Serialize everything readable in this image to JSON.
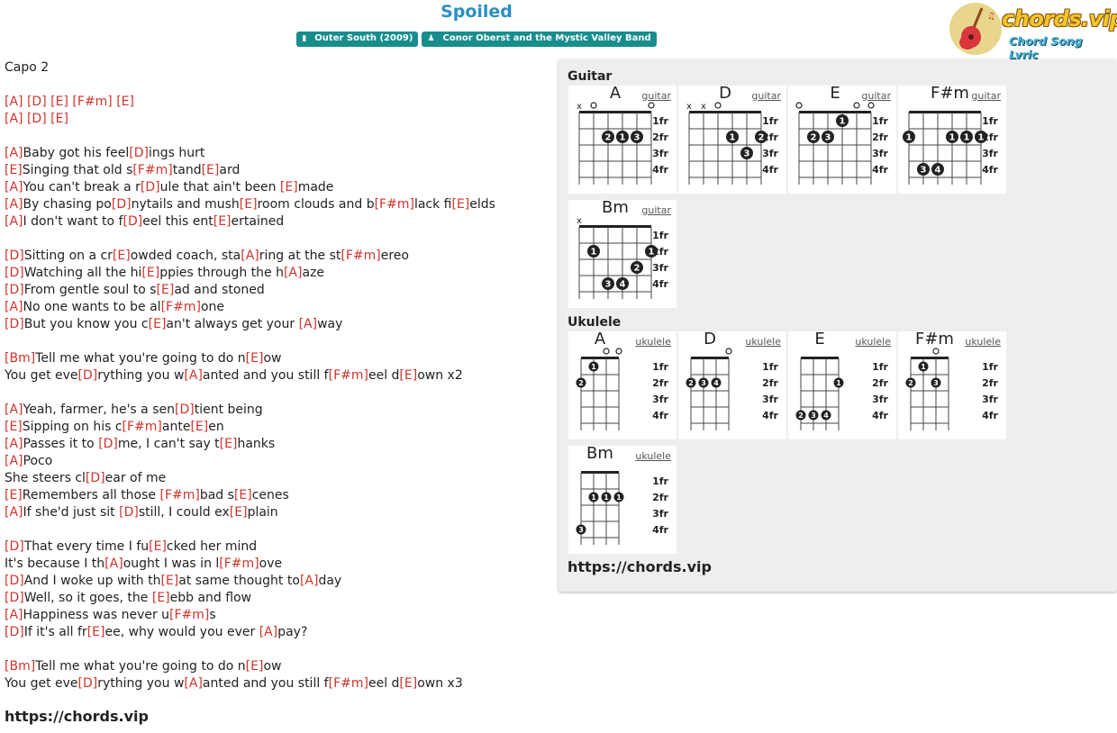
{
  "header": {
    "title": "Spoiled",
    "album": "Outer South (2009)",
    "artist": "Conor Oberst and the Mystic Valley Band"
  },
  "logo": {
    "word": "chords.vip",
    "sub": "Chord Song Lyric"
  },
  "song": [
    [
      {
        "t": "Capo 2"
      }
    ],
    [],
    [
      {
        "c": "[A]"
      },
      {
        "t": " "
      },
      {
        "c": "[D]"
      },
      {
        "t": " "
      },
      {
        "c": "[E]"
      },
      {
        "t": " "
      },
      {
        "c": "[F#m]"
      },
      {
        "t": " "
      },
      {
        "c": "[E]"
      }
    ],
    [
      {
        "c": "[A]"
      },
      {
        "t": " "
      },
      {
        "c": "[D]"
      },
      {
        "t": " "
      },
      {
        "c": "[E]"
      }
    ],
    [],
    [
      {
        "c": "[A]"
      },
      {
        "t": "Baby got his feel"
      },
      {
        "c": "[D]"
      },
      {
        "t": "ings hurt"
      }
    ],
    [
      {
        "c": "[E]"
      },
      {
        "t": "Singing that old s"
      },
      {
        "c": "[F#m]"
      },
      {
        "t": "tand"
      },
      {
        "c": "[E]"
      },
      {
        "t": "ard"
      }
    ],
    [
      {
        "c": "[A]"
      },
      {
        "t": "You can't break a r"
      },
      {
        "c": "[D]"
      },
      {
        "t": "ule that ain't been "
      },
      {
        "c": "[E]"
      },
      {
        "t": "made"
      }
    ],
    [
      {
        "c": "[A]"
      },
      {
        "t": "By chasing po"
      },
      {
        "c": "[D]"
      },
      {
        "t": "nytails and mush"
      },
      {
        "c": "[E]"
      },
      {
        "t": "room clouds and b"
      },
      {
        "c": "[F#m]"
      },
      {
        "t": "lack fi"
      },
      {
        "c": "[E]"
      },
      {
        "t": "elds"
      }
    ],
    [
      {
        "c": "[A]"
      },
      {
        "t": "I don't want to f"
      },
      {
        "c": "[D]"
      },
      {
        "t": "eel this ent"
      },
      {
        "c": "[E]"
      },
      {
        "t": "ertained"
      }
    ],
    [],
    [
      {
        "c": "[D]"
      },
      {
        "t": "Sitting on a cr"
      },
      {
        "c": "[E]"
      },
      {
        "t": "owded coach, sta"
      },
      {
        "c": "[A]"
      },
      {
        "t": "ring at the st"
      },
      {
        "c": "[F#m]"
      },
      {
        "t": "ereo"
      }
    ],
    [
      {
        "c": "[D]"
      },
      {
        "t": "Watching all the hi"
      },
      {
        "c": "[E]"
      },
      {
        "t": "ppies through the h"
      },
      {
        "c": "[A]"
      },
      {
        "t": "aze"
      }
    ],
    [
      {
        "c": "[D]"
      },
      {
        "t": "From gentle soul to s"
      },
      {
        "c": "[E]"
      },
      {
        "t": "ad and stoned"
      }
    ],
    [
      {
        "c": "[A]"
      },
      {
        "t": "No one wants to be al"
      },
      {
        "c": "[F#m]"
      },
      {
        "t": "one"
      }
    ],
    [
      {
        "c": "[D]"
      },
      {
        "t": "But you know you c"
      },
      {
        "c": "[E]"
      },
      {
        "t": "an't always get your "
      },
      {
        "c": "[A]"
      },
      {
        "t": "way"
      }
    ],
    [],
    [
      {
        "c": "[Bm]"
      },
      {
        "t": "Tell me what you're going to do n"
      },
      {
        "c": "[E]"
      },
      {
        "t": "ow"
      }
    ],
    [
      {
        "t": "You get eve"
      },
      {
        "c": "[D]"
      },
      {
        "t": "rything you w"
      },
      {
        "c": "[A]"
      },
      {
        "t": "anted and you still f"
      },
      {
        "c": "[F#m]"
      },
      {
        "t": "eel d"
      },
      {
        "c": "[E]"
      },
      {
        "t": "own x2"
      }
    ],
    [],
    [
      {
        "c": "[A]"
      },
      {
        "t": "Yeah, farmer, he's a sen"
      },
      {
        "c": "[D]"
      },
      {
        "t": "tient being"
      }
    ],
    [
      {
        "c": "[E]"
      },
      {
        "t": "Sipping on his c"
      },
      {
        "c": "[F#m]"
      },
      {
        "t": "ante"
      },
      {
        "c": "[E]"
      },
      {
        "t": "en"
      }
    ],
    [
      {
        "c": "[A]"
      },
      {
        "t": "Passes it to "
      },
      {
        "c": "[D]"
      },
      {
        "t": "me, I can't say t"
      },
      {
        "c": "[E]"
      },
      {
        "t": "hanks"
      }
    ],
    [
      {
        "c": "[A]"
      },
      {
        "t": "Poco"
      }
    ],
    [
      {
        "t": "She steers cl"
      },
      {
        "c": "[D]"
      },
      {
        "t": "ear of me"
      }
    ],
    [
      {
        "c": "[E]"
      },
      {
        "t": "Remembers all those "
      },
      {
        "c": "[F#m]"
      },
      {
        "t": "bad s"
      },
      {
        "c": "[E]"
      },
      {
        "t": "cenes"
      }
    ],
    [
      {
        "c": "[A]"
      },
      {
        "t": "If she'd just sit "
      },
      {
        "c": "[D]"
      },
      {
        "t": "still, I could ex"
      },
      {
        "c": "[E]"
      },
      {
        "t": "plain"
      }
    ],
    [],
    [
      {
        "c": "[D]"
      },
      {
        "t": "That every time I fu"
      },
      {
        "c": "[E]"
      },
      {
        "t": "cked her mind"
      }
    ],
    [
      {
        "t": "It's because I th"
      },
      {
        "c": "[A]"
      },
      {
        "t": "ought I was in l"
      },
      {
        "c": "[F#m]"
      },
      {
        "t": "ove"
      }
    ],
    [
      {
        "c": "[D]"
      },
      {
        "t": "And I woke up with th"
      },
      {
        "c": "[E]"
      },
      {
        "t": "at same thought to"
      },
      {
        "c": "[A]"
      },
      {
        "t": "day"
      }
    ],
    [
      {
        "c": "[D]"
      },
      {
        "t": "Well, so it goes, the "
      },
      {
        "c": "[E]"
      },
      {
        "t": "ebb and flow"
      }
    ],
    [
      {
        "c": "[A]"
      },
      {
        "t": "Happiness was never u"
      },
      {
        "c": "[F#m]"
      },
      {
        "t": "s"
      }
    ],
    [
      {
        "c": "[D]"
      },
      {
        "t": "If it's all fr"
      },
      {
        "c": "[E]"
      },
      {
        "t": "ee, why would you ever "
      },
      {
        "c": "[A]"
      },
      {
        "t": "pay?"
      }
    ],
    [],
    [
      {
        "c": "[Bm]"
      },
      {
        "t": "Tell me what you're going to do n"
      },
      {
        "c": "[E]"
      },
      {
        "t": "ow"
      }
    ],
    [
      {
        "t": "You get eve"
      },
      {
        "c": "[D]"
      },
      {
        "t": "rything you w"
      },
      {
        "c": "[A]"
      },
      {
        "t": "anted and you still f"
      },
      {
        "c": "[F#m]"
      },
      {
        "t": "eel d"
      },
      {
        "c": "[E]"
      },
      {
        "t": "own x3"
      }
    ]
  ],
  "site": "https://chords.vip",
  "panel": {
    "guitar_heading": "Guitar",
    "ukulele_heading": "Ukulele",
    "site": "https://chords.vip",
    "guitar": [
      {
        "name": "A",
        "link": "guitar",
        "marks": [
          "x",
          "o",
          "",
          "",
          "",
          "o"
        ],
        "dots": [
          {
            "s": 2,
            "f": 2,
            "n": "2"
          },
          {
            "s": 3,
            "f": 2,
            "n": "1"
          },
          {
            "s": 4,
            "f": 2,
            "n": "3"
          }
        ]
      },
      {
        "name": "D",
        "link": "guitar",
        "marks": [
          "x",
          "x",
          "o",
          "",
          "",
          ""
        ],
        "dots": [
          {
            "s": 3,
            "f": 2,
            "n": "1"
          },
          {
            "s": 4,
            "f": 3,
            "n": "3"
          },
          {
            "s": 5,
            "f": 2,
            "n": "2"
          }
        ]
      },
      {
        "name": "E",
        "link": "guitar",
        "marks": [
          "o",
          "",
          "",
          "",
          "o",
          "o"
        ],
        "dots": [
          {
            "s": 1,
            "f": 2,
            "n": "2"
          },
          {
            "s": 2,
            "f": 2,
            "n": "3"
          },
          {
            "s": 3,
            "f": 1,
            "n": "1"
          }
        ]
      },
      {
        "name": "F#m",
        "link": "guitar",
        "marks": [
          "",
          "",
          "",
          "",
          "",
          ""
        ],
        "dots": [
          {
            "s": 0,
            "f": 2,
            "n": "1"
          },
          {
            "s": 1,
            "f": 4,
            "n": "3"
          },
          {
            "s": 2,
            "f": 4,
            "n": "4"
          },
          {
            "s": 3,
            "f": 2,
            "n": "1"
          },
          {
            "s": 4,
            "f": 2,
            "n": "1"
          },
          {
            "s": 5,
            "f": 2,
            "n": "1"
          }
        ]
      },
      {
        "name": "Bm",
        "link": "guitar",
        "marks": [
          "x",
          "",
          "",
          "",
          "",
          ""
        ],
        "dots": [
          {
            "s": 1,
            "f": 2,
            "n": "1"
          },
          {
            "s": 2,
            "f": 4,
            "n": "3"
          },
          {
            "s": 3,
            "f": 4,
            "n": "4"
          },
          {
            "s": 4,
            "f": 3,
            "n": "2"
          },
          {
            "s": 5,
            "f": 2,
            "n": "1"
          }
        ]
      }
    ],
    "ukulele": [
      {
        "name": "A",
        "link": "ukulele",
        "marks": [
          "",
          "",
          "o",
          "o"
        ],
        "dots": [
          {
            "s": 0,
            "f": 2,
            "n": "2"
          },
          {
            "s": 1,
            "f": 1,
            "n": "1"
          }
        ]
      },
      {
        "name": "D",
        "link": "ukulele",
        "marks": [
          "",
          "",
          "",
          "o"
        ],
        "dots": [
          {
            "s": 0,
            "f": 2,
            "n": "2"
          },
          {
            "s": 1,
            "f": 2,
            "n": "3"
          },
          {
            "s": 2,
            "f": 2,
            "n": "4"
          }
        ]
      },
      {
        "name": "E",
        "link": "ukulele",
        "marks": [
          "",
          "",
          "",
          ""
        ],
        "dots": [
          {
            "s": 0,
            "f": 4,
            "n": "2"
          },
          {
            "s": 1,
            "f": 4,
            "n": "3"
          },
          {
            "s": 2,
            "f": 4,
            "n": "4"
          },
          {
            "s": 3,
            "f": 2,
            "n": "1"
          }
        ]
      },
      {
        "name": "F#m",
        "link": "ukulele",
        "marks": [
          "",
          "",
          "o",
          ""
        ],
        "dots": [
          {
            "s": 0,
            "f": 2,
            "n": "2"
          },
          {
            "s": 1,
            "f": 1,
            "n": "1"
          },
          {
            "s": 2,
            "f": 2,
            "n": "3"
          }
        ]
      },
      {
        "name": "Bm",
        "link": "ukulele",
        "marks": [
          "",
          "",
          "",
          ""
        ],
        "dots": [
          {
            "s": 0,
            "f": 4,
            "n": "3"
          },
          {
            "s": 1,
            "f": 2,
            "n": "1"
          },
          {
            "s": 2,
            "f": 2,
            "n": "1"
          },
          {
            "s": 3,
            "f": 2,
            "n": "1"
          }
        ]
      }
    ],
    "fret_labels": [
      "1fr",
      "2fr",
      "3fr",
      "4fr"
    ]
  }
}
